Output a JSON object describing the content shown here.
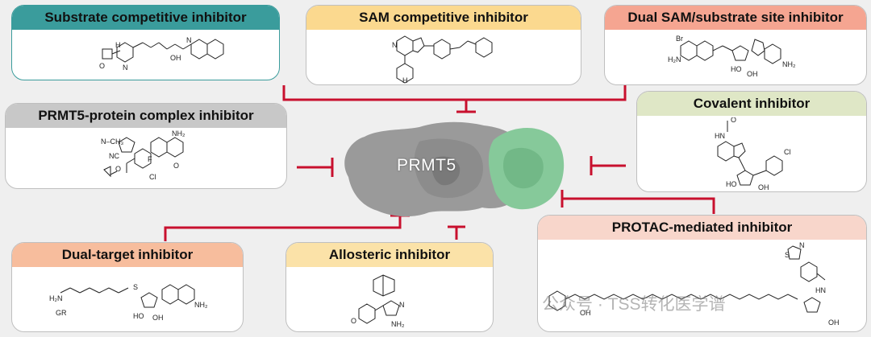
{
  "colors": {
    "inhibit_line": "#c8102e",
    "protein_gray": "#9a9a9a",
    "protein_green": "#86c99a",
    "background": "#efefef"
  },
  "center": {
    "label": "PRMT5"
  },
  "cards": {
    "substrate": {
      "title": "Substrate competitive inhibitor",
      "header_color": "#3a9c9c"
    },
    "sam": {
      "title": "SAM competitive inhibitor",
      "header_color": "#fbd98f"
    },
    "dual_site": {
      "title": "Dual SAM/substrate site inhibitor",
      "header_color": "#f5a591"
    },
    "complex": {
      "title": "PRMT5-protein complex inhibitor",
      "header_color": "#c8c8c8"
    },
    "covalent": {
      "title": "Covalent inhibitor",
      "header_color": "#dfe7c6"
    },
    "dual_target": {
      "title": "Dual-target inhibitor",
      "header_color": "#f7bd9d"
    },
    "allosteric": {
      "title": "Allosteric inhibitor",
      "header_color": "#fbe2a8"
    },
    "protac": {
      "title": "PROTAC-mediated inhibitor",
      "header_color": "#f8d6cb"
    }
  },
  "molecule_labels": {
    "sub_h": "H",
    "sub_o": "O",
    "sub_n": "N",
    "sub_oh": "OH",
    "sam_n": "N",
    "sam_h": "H",
    "dual_br": "Br",
    "dual_h2n": "H₂N",
    "dual_nh2": "NH₂",
    "dual_ho": "HO",
    "dual_oh": "OH",
    "cx_nh2": "NH₂",
    "cx_nh3": "N–CH₃",
    "cx_nc": "NC",
    "cx_cl": "Cl",
    "cx_o": "O",
    "cx_f": "F",
    "cov_o": "O",
    "cov_hn": "HN",
    "cov_cl": "Cl",
    "cov_ho": "HO",
    "cov_oh": "OH",
    "dt_h2n": "H₂N",
    "dt_gr": "GR",
    "dt_nh2": "NH₂",
    "dt_s": "S",
    "dt_ho": "HO",
    "dt_oh": "OH",
    "al_o": "O",
    "al_nh2": "NH₂",
    "al_n": "N",
    "pr_oh": "OH",
    "pr_s": "S",
    "pr_n": "N",
    "pr_hn": "HN"
  },
  "watermark": "公众号 · TSS转化医学谱"
}
